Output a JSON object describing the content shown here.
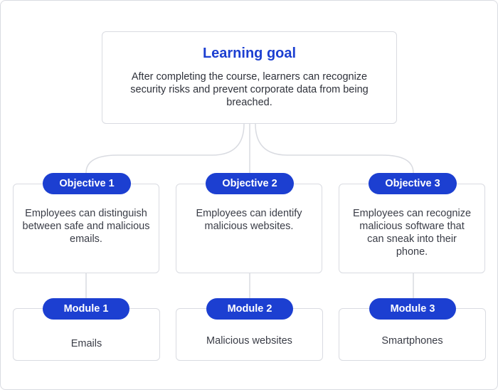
{
  "goal": {
    "title": "Learning goal",
    "text": "After completing the course, learners can recognize security risks and prevent corporate data from being breached."
  },
  "objectives": [
    {
      "label": "Objective 1",
      "text": "Employees can distinguish between safe and malicious emails."
    },
    {
      "label": "Objective 2",
      "text": "Employees can identify malicious websites."
    },
    {
      "label": "Objective 3",
      "text": "Employees can recognize malicious software that can sneak into their phone."
    }
  ],
  "modules": [
    {
      "label": "Module 1",
      "text": "Emails"
    },
    {
      "label": "Module 2",
      "text": "Malicious websites"
    },
    {
      "label": "Module 3",
      "text": "Smartphones"
    }
  ],
  "colors": {
    "accent": "#1c3fd1",
    "border": "#d9dbe1",
    "text": "#3a3d47"
  }
}
